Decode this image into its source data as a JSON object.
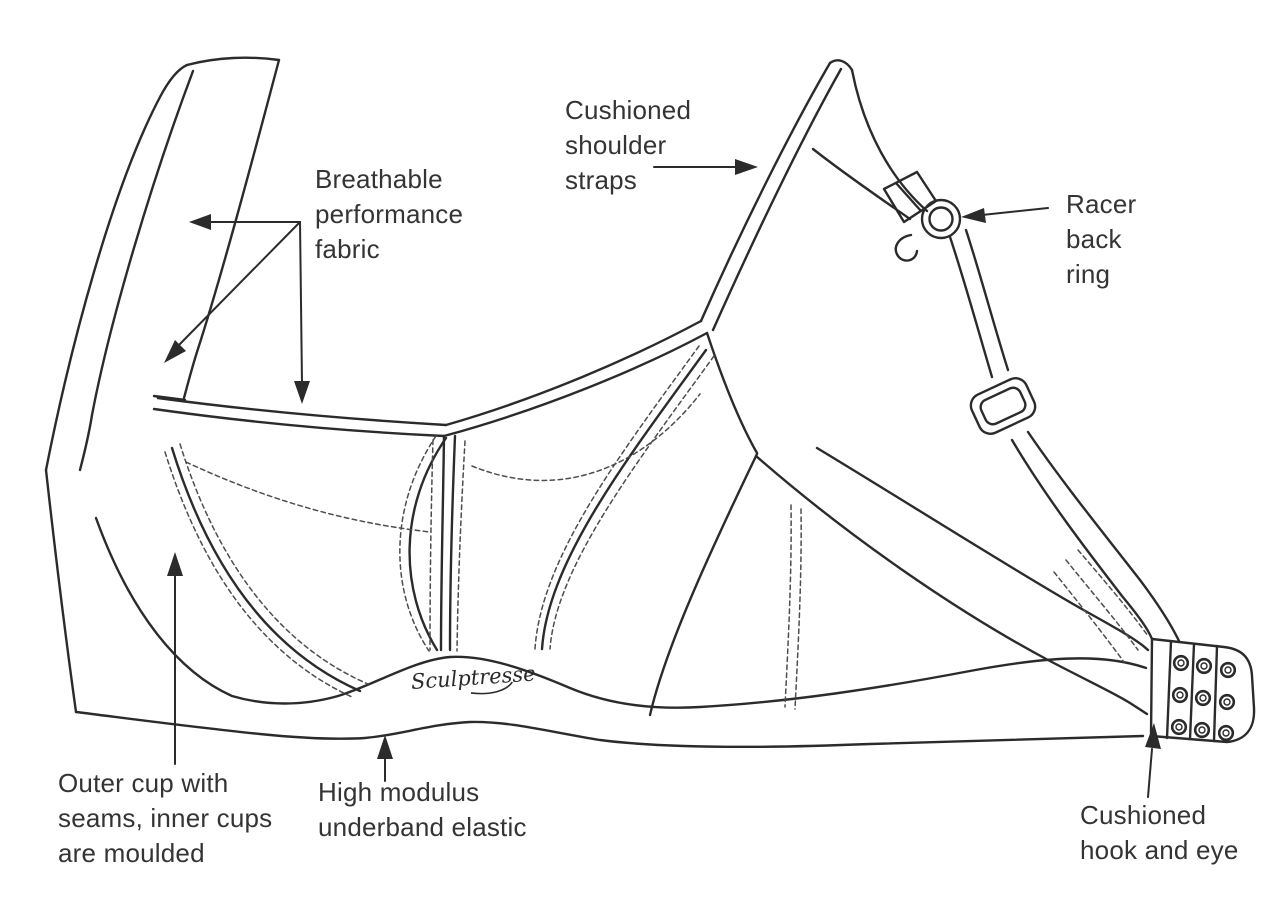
{
  "colors": {
    "background": "#ffffff",
    "line": "#2b2b2b",
    "dash_line": "#4d4d4d",
    "text": "#343434"
  },
  "brand": {
    "logo": "Sculptresse"
  },
  "labels": {
    "breathable_performance_fabric": {
      "line1": "Breathable",
      "line2": "performance",
      "line3": "fabric"
    },
    "cushioned_shoulder_straps": {
      "line1": "Cushioned",
      "line2": "shoulder",
      "line3": "straps"
    },
    "racer_back_ring": {
      "line1": "Racer",
      "line2": "back",
      "line3": "ring"
    },
    "outer_cup_seams": {
      "line1": "Outer cup with",
      "line2": "seams, inner cups",
      "line3": "are moulded"
    },
    "high_modulus_underband": {
      "line1": "High modulus",
      "line2": "underband elastic"
    },
    "cushioned_hook_and_eye": {
      "line1": "Cushioned",
      "line2": "hook and eye"
    }
  }
}
